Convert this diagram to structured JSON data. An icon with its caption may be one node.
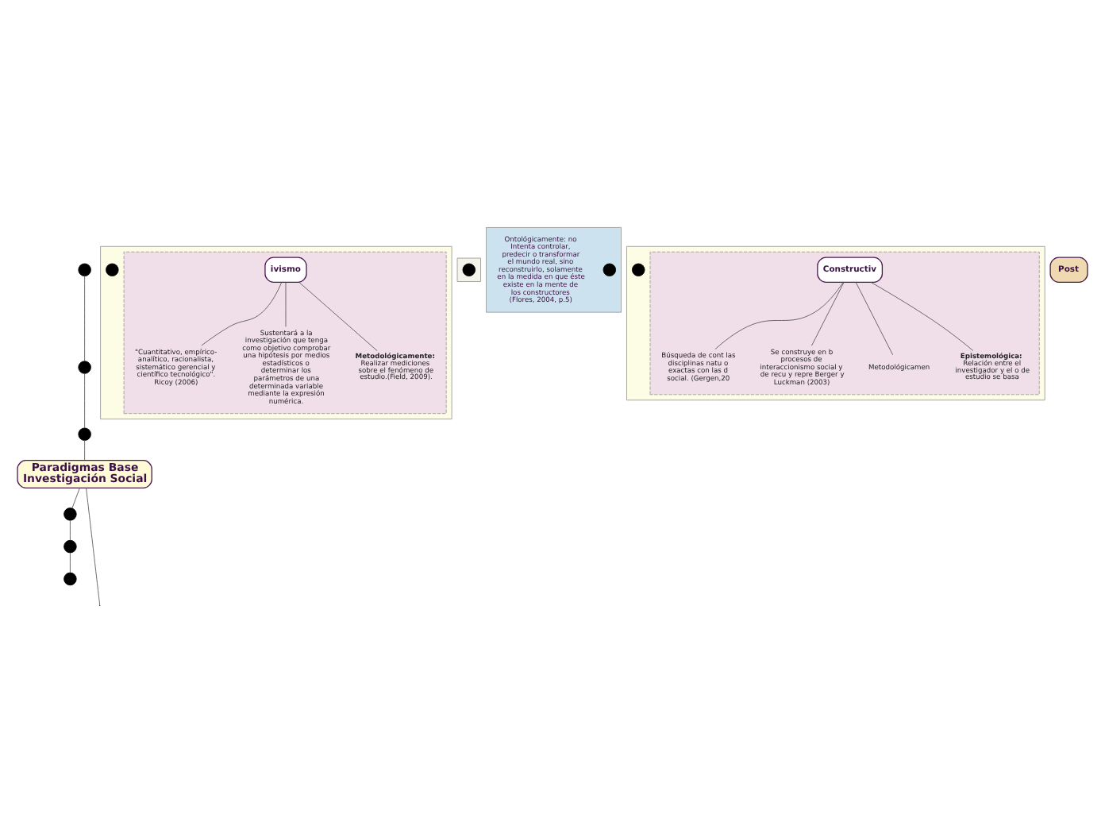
{
  "diagram": {
    "nodes": [
      {
        "text": [
          "Paradigmas Base Investigación Social"
        ]
      },
      {
        "text": [],
        "shape": "circle"
      },
      {
        "text": [],
        "shape": "circle"
      },
      {
        "text": [],
        "shape": "circle"
      },
      {
        "text": [],
        "shape": "circle"
      },
      {
        "text": [],
        "shape": "circle"
      },
      {
        "text": [],
        "shape": "circle"
      },
      {
        "text": [],
        "shape": "box"
      },
      {
        "text": [],
        "shape": "circle",
        "in": 7
      },
      {
        "text": [],
        "shape": "box",
        "in": 7
      },
      {
        "text": [
          "ivismo"
        ],
        "in": 9
      },
      {
        "text": [
          "\"Cuantitativo, empírico-analítico, racionalista, sistemático gerencial y científico tecnológico\". Ricoy (2006)"
        ],
        "in": 9
      },
      {
        "text": [
          "Sustentará a la investigación que tenga como objetivo comprobar una hipótesis por medios estadísticos o determinar los parámetros de una determinada variable mediante la expresión numérica."
        ],
        "in": 9
      },
      {
        "text": [
          "**Metodológicamente:** Realizar mediciones sobre el fenómeno de estudio.(Field, 2009)."
        ],
        "in": 9
      },
      {
        "text": [],
        "shape": "box"
      },
      {
        "text": [],
        "shape": "circle",
        "in": 14
      },
      {
        "text": [],
        "shape": "box"
      },
      {
        "text": [],
        "shape": "circle",
        "in": 16
      },
      {
        "text": [
          "Ontológicamente: no Intenta controlar, predecir o transformar el mundo real, sino reconstruirlo, solamente en la medida en que éste existe en la mente de los constructores (Flores, 2004, p.5)"
        ],
        "in": 16
      },
      {
        "text": [],
        "shape": "box"
      },
      {
        "text": [],
        "shape": "circle",
        "in": 19
      },
      {
        "text": [],
        "shape": "box",
        "in": 19
      },
      {
        "text": [
          "Constructiv"
        ],
        "in": 21
      },
      {
        "text": [
          "Búsqueda de cont las disciplinas natu o exactas con las d social. (Gergen,20"
        ],
        "in": 21
      },
      {
        "text": [
          "Se construye en b procesos de interaccionismo social y de recu y repre Berger y Luckman (2003)"
        ],
        "in": 21
      },
      {
        "text": [
          "Metodológicamen"
        ],
        "in": 21
      },
      {
        "text": [
          "**Epistemológica:** Relación entre el investigador y el o de estudio se basa"
        ],
        "in": 21
      },
      {
        "text": [
          "Post"
        ]
      }
    ],
    "edges": [
      {
        "from": 1,
        "to": 2,
        "arrow": "none"
      },
      {
        "from": 2,
        "to": 3,
        "arrow": "none"
      },
      {
        "from": 3,
        "to": 0,
        "arrow": "none"
      },
      {
        "from": 0,
        "to": 4,
        "arrow": "none"
      },
      {
        "from": 4,
        "to": 5,
        "arrow": "none"
      },
      {
        "from": 5,
        "to": 6,
        "arrow": "none"
      },
      {
        "from": 0,
        "to": null,
        "arrow": "none"
      },
      {
        "from": 10,
        "to": 11,
        "arrow": "none"
      },
      {
        "from": 10,
        "to": 12,
        "arrow": "none"
      },
      {
        "from": 10,
        "to": 13,
        "arrow": "none"
      },
      {
        "from": 22,
        "to": 23,
        "arrow": "none"
      },
      {
        "from": 22,
        "to": 24,
        "arrow": "none"
      },
      {
        "from": 22,
        "to": 25,
        "arrow": "none"
      },
      {
        "from": 22,
        "to": 26,
        "arrow": "none"
      }
    ]
  }
}
